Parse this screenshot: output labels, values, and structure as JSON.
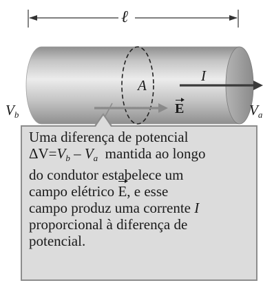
{
  "colors": {
    "cylinder_light": "#ececec",
    "cylinder_mid": "#c4c4c4",
    "cylinder_dark": "#8f8f8f",
    "end_cap": "#9d9d9d",
    "arrow_gray": "#8a8a8a",
    "current_arrow": "#3a3a3a",
    "callout_fill": "#dcdcdc",
    "callout_border": "#8c8c8c",
    "dimension_line": "#333333"
  },
  "labels": {
    "length": "ℓ",
    "area": "A",
    "current": "I",
    "field": "E",
    "v_left_main": "V",
    "v_left_sub": "b",
    "v_right_main": "V",
    "v_right_sub": "a"
  },
  "callout": {
    "line1": "Uma diferença de potencial",
    "line2_delta_v": "ΔV",
    "line2_eq": "=",
    "line2_vb": "V",
    "line2_vb_sub": "b",
    "line2_minus": " – ",
    "line2_va": "V",
    "line2_va_sub": "a",
    "line2_rest": "  mantida ao longo",
    "line3": "do condutor estabelece um",
    "line4_start": "campo elétrico ",
    "line4_E": "E",
    "line4_end": ", e esse",
    "line5_start": "campo produz uma corrente ",
    "line5_I": "I",
    "line6": "proporcional à diferença de",
    "line7": "potencial."
  }
}
